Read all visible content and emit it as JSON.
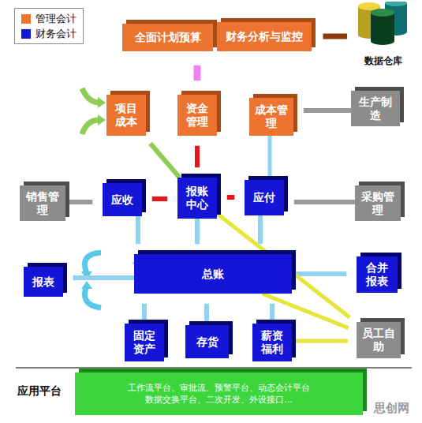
{
  "diagram": {
    "nodes": [
      {
        "text": [
          "全面计划预算"
        ]
      },
      {
        "text": [
          "财务分析与监控"
        ]
      },
      {
        "text": [
          "数据仓库"
        ]
      },
      {
        "text": [
          "项目成本"
        ]
      },
      {
        "text": [
          "资金管理"
        ]
      },
      {
        "text": [
          "成本管理"
        ]
      },
      {
        "text": [
          "生产制造"
        ]
      },
      {
        "text": [
          "销售管理"
        ]
      },
      {
        "text": [
          "应收"
        ]
      },
      {
        "text": [
          "报账中心"
        ]
      },
      {
        "text": [
          "应付"
        ]
      },
      {
        "text": [
          "采购管理"
        ]
      },
      {
        "text": [
          "报表"
        ]
      },
      {
        "text": [
          "总账"
        ]
      },
      {
        "text": [
          "合并报表"
        ]
      },
      {
        "text": [
          "固定资产"
        ]
      },
      {
        "text": [
          "存货"
        ]
      },
      {
        "text": [
          "薪资福利"
        ]
      },
      {
        "text": [
          "员工自助"
        ]
      },
      {
        "text": [
          "工作流平台、审批流、预警平台、动态会计平台 数据交换平台、二次开发、外设接口..."
        ]
      }
    ],
    "edges": [
      {
        "from": 2,
        "to": 1,
        "arrow": "to"
      },
      {
        "from": 0,
        "to": 4,
        "arrow": "both"
      },
      {
        "from": 4,
        "to": 9,
        "arrow": "both"
      },
      {
        "from": 7,
        "to": 8,
        "arrow": "to"
      },
      {
        "from": 8,
        "to": 9,
        "arrow": "both"
      },
      {
        "from": 9,
        "to": 10,
        "arrow": "both"
      },
      {
        "from": 11,
        "to": 10,
        "arrow": "to"
      },
      {
        "from": 6,
        "to": 5,
        "arrow": "to"
      },
      {
        "from": 9,
        "to": 3,
        "arrow": "to"
      },
      {
        "from": 5,
        "to": 10,
        "arrow": "none"
      },
      {
        "from": 8,
        "to": 13,
        "arrow": "to"
      },
      {
        "from": 9,
        "to": 13,
        "arrow": "to"
      },
      {
        "from": 10,
        "to": 13,
        "arrow": "to"
      },
      {
        "from": 13,
        "to": 12,
        "arrow": "to"
      },
      {
        "from": 13,
        "to": 14,
        "arrow": "to"
      },
      {
        "from": 15,
        "to": 13,
        "arrow": "to"
      },
      {
        "from": 16,
        "to": 13,
        "arrow": "to"
      },
      {
        "from": 17,
        "to": 13,
        "arrow": "to"
      },
      {
        "from": 9,
        "to": 18,
        "arrow": "to"
      },
      {
        "from": 13,
        "to": 18,
        "arrow": "to"
      },
      {
        "from": 17,
        "to": 18,
        "arrow": "to"
      }
    ],
    "labels": [
      "应用平台",
      "思创网"
    ],
    "legend": [
      {
        "text": "管理会计",
        "color": "#EC7330"
      },
      {
        "text": "财务会计",
        "color": "#1515D8"
      }
    ]
  }
}
